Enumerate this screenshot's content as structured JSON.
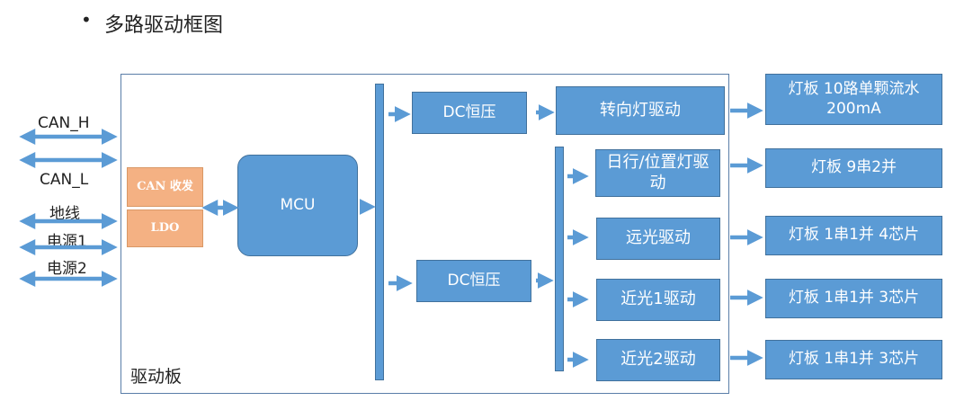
{
  "title": "多路驱动框图",
  "board_label": "驱动板",
  "signals": [
    "CAN_H",
    "CAN_L",
    "地线",
    "电源1",
    "电源2"
  ],
  "chips": {
    "can": "CAN 收发",
    "ldo": "LDO",
    "mcu": "MCU"
  },
  "dc_top": "DC恒压",
  "dc_bottom": "DC恒压",
  "drivers": {
    "turn": "转向灯驱动",
    "day": "日行/位置灯驱动",
    "high": "远光驱动",
    "low1": "近光1驱动",
    "low2": "近光2驱动"
  },
  "panels": {
    "p1_line1": "灯板  10路单颗流水",
    "p1_line2": "200mA",
    "p2": "灯板  9串2并",
    "p3": "灯板  1串1并 4芯片",
    "p4": "灯板  1串1并 3芯片",
    "p5": "灯板  1串1并 3芯片"
  },
  "colors": {
    "box": "#5b9bd5",
    "box_border": "#41719c",
    "chip": "#f4b183",
    "arrow": "#5b9bd5"
  }
}
